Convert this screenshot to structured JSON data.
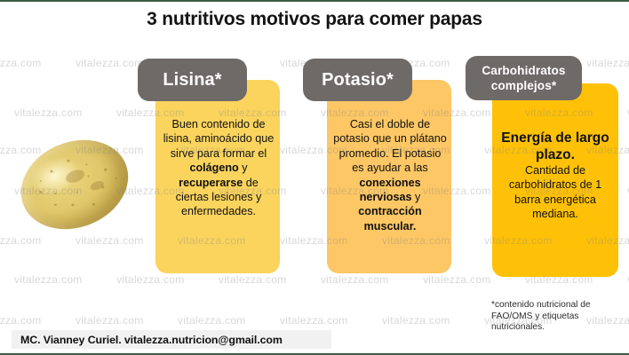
{
  "title": "3 nutritivos motivos para comer papas",
  "cards": [
    {
      "badge": "Lisina*",
      "body_plain": "Buen contenido de lisina, aminoácido que sirve para formar el colágeno y recuperarse de ciertas lesiones y enfermedades.",
      "segments": [
        {
          "text": "Buen contenido de lisina, aminoácido que sirve para formar el ",
          "bold": false
        },
        {
          "text": "colágeno",
          "bold": true
        },
        {
          "text": " y ",
          "bold": false
        },
        {
          "text": "recuperarse",
          "bold": true
        },
        {
          "text": " de ciertas lesiones y enfermedades.",
          "bold": false
        }
      ],
      "color": "#FBD45E"
    },
    {
      "badge": "Potasio*",
      "body_plain": "Casi el doble de potasio que un plátano promedio. El potasio es ayudar a las conexiones nerviosas y contracción muscular.",
      "segments": [
        {
          "text": "Casi el doble de potasio que un plátano promedio. El potasio es ayudar a las ",
          "bold": false
        },
        {
          "text": "conexiones nerviosas",
          "bold": true
        },
        {
          "text": " y ",
          "bold": false
        },
        {
          "text": "contracción muscular.",
          "bold": true
        }
      ],
      "color": "#FDC765"
    },
    {
      "badge": "Carbohidratos complejos*",
      "headline": "Energía de largo plazo.",
      "body_plain": "Cantidad de carbohidratos de 1 barra energética mediana.",
      "color": "#FFC107"
    }
  ],
  "footnote": "*contenido nutricional de FAO/OMS y etiquetas nutricionales.",
  "credit": "MC. Vianney Curiel. vitalezza.nutricion@gmail.com",
  "watermark": "vitalezza.com",
  "colors": {
    "badge_gray": "#6E6A68",
    "border_green": "#3E5B44",
    "credit_band": "#F1F1F1",
    "text_dark": "#111111"
  }
}
